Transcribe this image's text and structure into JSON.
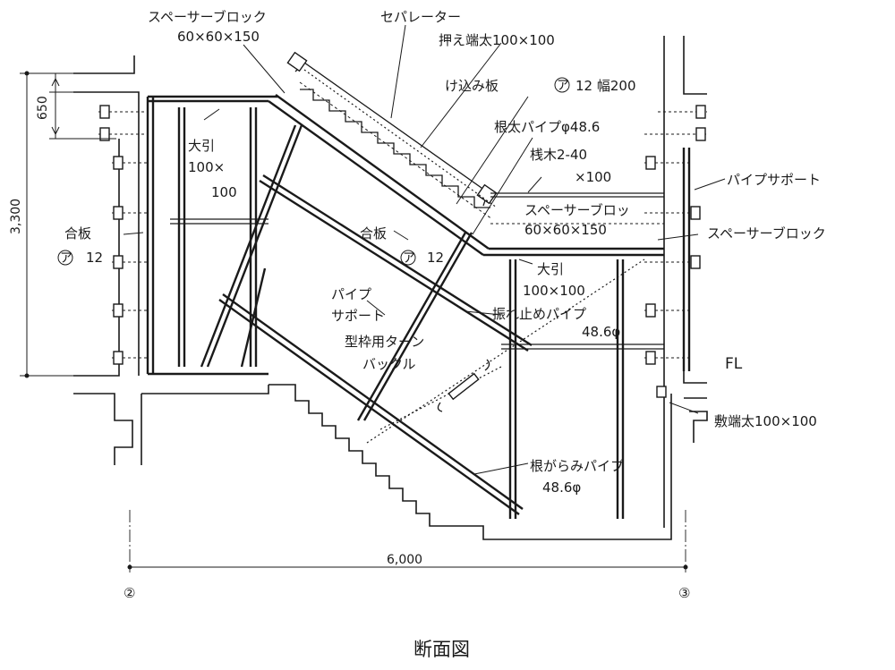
{
  "title": "断面図",
  "labels": {
    "spacer_block_top": "スペーサーブロック",
    "spacer_block_top_size": "60×60×150",
    "separator": "セパレーター",
    "edge_timber": "押え端太100×100",
    "riser_board": "け込み板",
    "riser_board_spec": "12 幅200",
    "joist_pipe": "根太パイプφ48.6",
    "batten": "桟木2-40",
    "batten_size": "×100",
    "pipe_support_right": "パイプサポート",
    "beam_left": "大引",
    "beam_left_size1": "100×",
    "beam_left_size2": "100",
    "plywood_left": "合板",
    "plywood_left_spec": "12",
    "plywood_mid": "合板",
    "plywood_mid_spec": "12",
    "spacer_block_mid": "スペーサーブロッ",
    "spacer_block_mid_size": "60×60×150",
    "spacer_block_right": "スペーサーブロック",
    "beam_right": "大引",
    "beam_right_size": "100×100",
    "pipe_support_mid1": "パイプ",
    "pipe_support_mid2": "サポート",
    "sway_pipe": "振れ止めパイプ",
    "sway_pipe_size": "48.6φ",
    "turnbuckle1": "型枠用ターン",
    "turnbuckle2": "バックル",
    "fl": "FL",
    "sill_timber": "敷端太100×100",
    "base_pipe": "根がらみパイプ",
    "base_pipe_size": "48.6φ",
    "circle_a": "ア"
  },
  "dimensions": {
    "height_total": "3,300",
    "height_top": "650",
    "width_total": "6,000"
  },
  "axes": {
    "left": "②",
    "right": "③"
  }
}
